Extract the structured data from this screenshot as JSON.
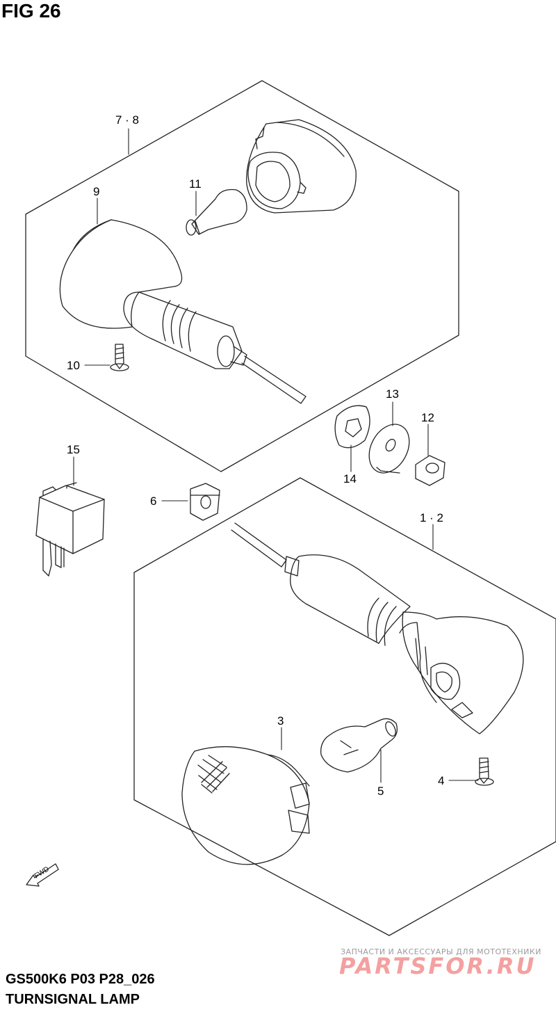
{
  "figure": {
    "title": "FIG 26",
    "model_code": "GS500K6 P03 P28_026",
    "part_name": "TURNSIGNAL LAMP"
  },
  "callouts": [
    {
      "id": "c78",
      "text": "7 · 8"
    },
    {
      "id": "c9",
      "text": "9"
    },
    {
      "id": "c11",
      "text": "11"
    },
    {
      "id": "c10",
      "text": "10"
    },
    {
      "id": "c13",
      "text": "13"
    },
    {
      "id": "c12",
      "text": "12"
    },
    {
      "id": "c14",
      "text": "14"
    },
    {
      "id": "c15",
      "text": "15"
    },
    {
      "id": "c6",
      "text": "6"
    },
    {
      "id": "c12b",
      "text": "1 · 2"
    },
    {
      "id": "c3",
      "text": "3"
    },
    {
      "id": "c5",
      "text": "5"
    },
    {
      "id": "c4",
      "text": "4"
    }
  ],
  "fwd_arrow": {
    "label": "FWD",
    "icon": "forward-arrow-icon"
  },
  "watermark": {
    "caption": "ЗАПЧАСТИ И АКСЕССУАРЫ ДЛЯ МОТОТЕХНИКИ",
    "brand": "PARTSFOR.RU",
    "color": "#f4a0a0"
  }
}
